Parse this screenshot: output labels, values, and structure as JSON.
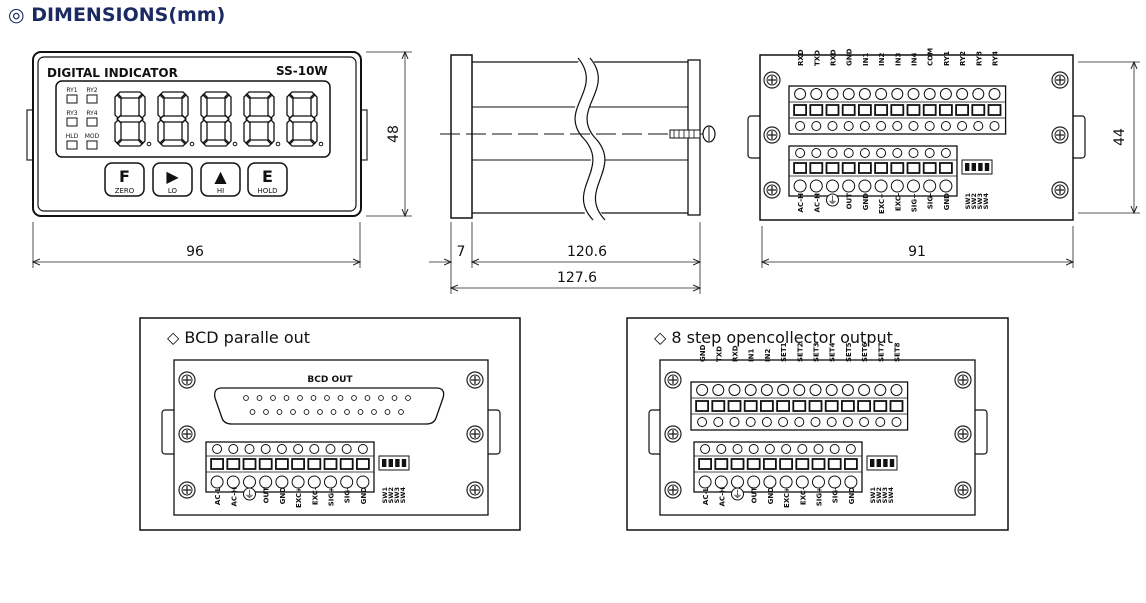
{
  "title": "◎ DIMENSIONS(mm)",
  "front": {
    "label": "DIGITAL INDICATOR",
    "model": "SS-10W",
    "leds": [
      "RY1",
      "RY2",
      "RY3",
      "RY4",
      "HLD",
      "MOD"
    ],
    "keys": [
      {
        "glyph": "F",
        "sub": "ZERO"
      },
      {
        "glyph": "▶",
        "sub": "LO"
      },
      {
        "glyph": "▲",
        "sub": "HI"
      },
      {
        "glyph": "E",
        "sub": "HOLD"
      }
    ],
    "width_dim": "96",
    "height_dim": "48"
  },
  "side": {
    "dim_front": "7",
    "dim_body": "120.6",
    "dim_total": "127.6"
  },
  "rear": {
    "top_terminals": [
      "RXD",
      "TXD",
      "RXD",
      "GND",
      "IN1",
      "IN2",
      "IN3",
      "IN4",
      "COM",
      "RY1",
      "RY2",
      "RY3",
      "RY4"
    ],
    "bottom_terminals": [
      "AC-H",
      "AC-H",
      "⏚",
      "OUT",
      "GND",
      "EXC+",
      "EXC-",
      "SIG+",
      "SIG-",
      "GND"
    ],
    "switches": [
      "SW1",
      "SW2",
      "SW3",
      "SW4"
    ],
    "width_dim": "91",
    "height_dim": "44"
  },
  "bcd": {
    "caption": "◇ BCD paralle out",
    "connector_label": "BCD OUT",
    "bottom_terminals": [
      "AC-L",
      "AC-H",
      "⏚",
      "OUT",
      "GND",
      "EXC+",
      "EXC-",
      "SIG+",
      "SIG-",
      "GND"
    ],
    "switches": [
      "SW1",
      "SW2",
      "SW3",
      "SW4"
    ]
  },
  "oc": {
    "caption": "◇ 8 step opencollector output",
    "top_terminals": [
      "GND",
      "TXD",
      "RXD",
      "IN1",
      "IN2",
      "SET1",
      "SET2",
      "SET3",
      "SET4",
      "SET5",
      "SET6",
      "SET7",
      "SET8"
    ],
    "bottom_terminals": [
      "AC-L",
      "AC-H",
      "⏚",
      "OUT",
      "GND",
      "EXC+",
      "EXC-",
      "SIG+",
      "SIG-",
      "GND"
    ],
    "switches": [
      "SW1",
      "SW2",
      "SW3",
      "SW4"
    ]
  }
}
